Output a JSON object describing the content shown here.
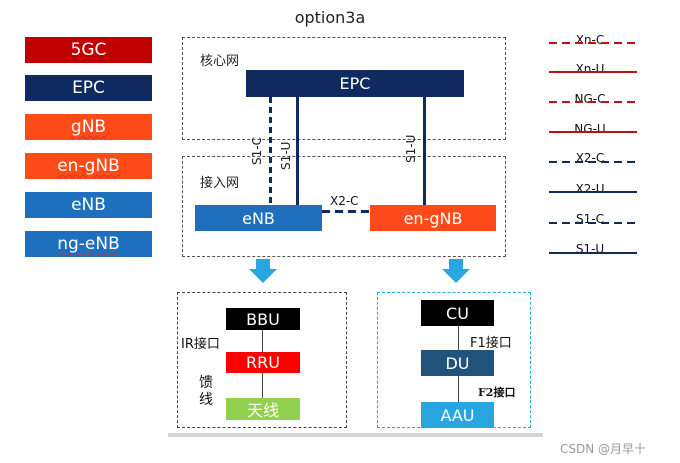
{
  "title": "option3a",
  "legend_boxes": [
    {
      "label": "5GC",
      "color": "#c00000",
      "squiggle": false
    },
    {
      "label": "EPC",
      "color": "#0f2a5e",
      "squiggle": false
    },
    {
      "label": "gNB",
      "color": "#ff4a1a",
      "squiggle": true
    },
    {
      "label": "en-gNB",
      "color": "#ff4a1a",
      "squiggle": true
    },
    {
      "label": "eNB",
      "color": "#1f6fbf",
      "squiggle": false
    },
    {
      "label": "ng-eNB",
      "color": "#1f6fbf",
      "squiggle": true
    }
  ],
  "regions": {
    "core_label": "核心网",
    "access_label": "接入网"
  },
  "nodes": {
    "epc": "EPC",
    "enb": "eNB",
    "en_gnb": "en-gNB"
  },
  "interfaces": {
    "s1c": "S1-C",
    "s1u_left": "S1-U",
    "s1u_right": "S1-U",
    "x2c": "X2-C"
  },
  "line_legend": [
    {
      "label": "Xn-C",
      "style": "dash-red"
    },
    {
      "label": "Xn-U",
      "style": "solid-red"
    },
    {
      "label": "NG-C",
      "style": "dash-red"
    },
    {
      "label": "NG-U",
      "style": "solid-red"
    },
    {
      "label": "X2-C",
      "style": "dash-navy"
    },
    {
      "label": "X2-U",
      "style": "solid-navy"
    },
    {
      "label": "S1-C",
      "style": "dash-navy"
    },
    {
      "label": "S1-U",
      "style": "solid-navy"
    }
  ],
  "left_detail": {
    "bbu": "BBU",
    "rru": "RRU",
    "antenna": "天线",
    "ir_label": "IR接口",
    "feeder_label": "馈\n线"
  },
  "right_detail": {
    "cu": "CU",
    "du": "DU",
    "aau": "AAU",
    "f1_label": "F1接口",
    "f2_label": "F2接口"
  },
  "colors": {
    "navy": "#0f2a5e",
    "orange_red": "#ff4a1a",
    "blue": "#1f6fbf",
    "red": "#c00000",
    "arrow": "#29a6df",
    "black_node": "#000000",
    "rru_red": "#ff0000",
    "antenna_green": "#92d050",
    "du_blue": "#21527a",
    "aau_blue": "#29a6df"
  },
  "watermark": "CSDN @月早十"
}
